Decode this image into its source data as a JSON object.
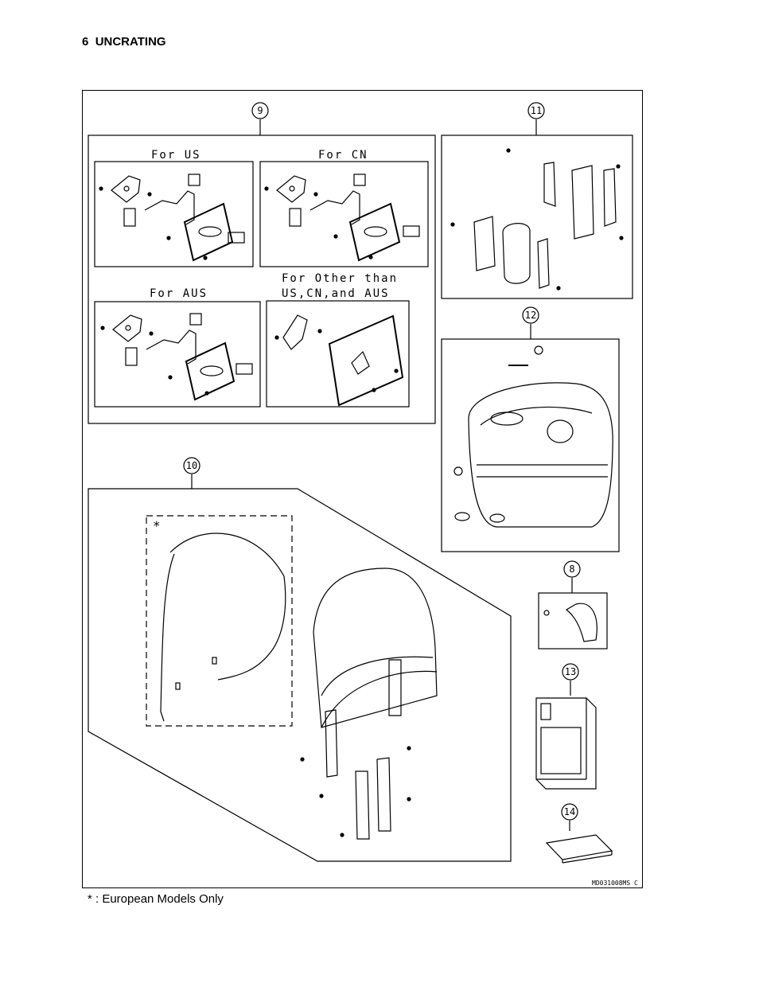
{
  "header": {
    "section": "6",
    "title": "UNCRATING"
  },
  "figure": {
    "callouts": {
      "c9": "9",
      "c10": "10",
      "c11": "11",
      "c12": "12",
      "c8": "8",
      "c13": "13",
      "c14": "14"
    },
    "panels": {
      "us": "For US",
      "cn": "For CN",
      "aus": "For AUS",
      "other_line1": "For Other than",
      "other_line2": "US,CN,and AUS"
    },
    "asterisk": "*",
    "code": "MD031008MS C"
  },
  "footnote": "* : European Models Only"
}
